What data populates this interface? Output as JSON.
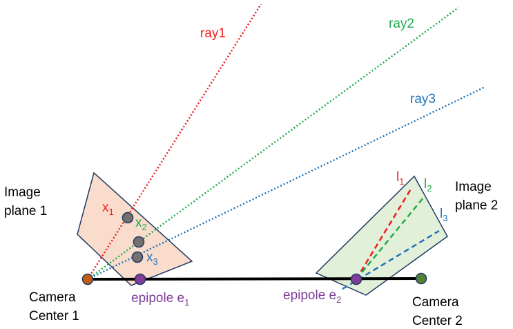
{
  "labels": {
    "ray1": "ray1",
    "ray2": "ray2",
    "ray3": "ray3",
    "image_plane_1": [
      "Image",
      "plane 1"
    ],
    "image_plane_2": [
      "Image",
      "plane 2"
    ],
    "camera_center_1": [
      "Camera",
      "Center 1"
    ],
    "camera_center_2": [
      "Camera",
      "Center 2"
    ],
    "x1": {
      "base": "x",
      "sub": "1"
    },
    "x2": {
      "base": "x",
      "sub": "2"
    },
    "x3": {
      "base": "x",
      "sub": "3"
    },
    "l1": {
      "base": "l",
      "sub": "1"
    },
    "l2": {
      "base": "l",
      "sub": "2"
    },
    "l3": {
      "base": "l",
      "sub": "3"
    },
    "epipole_1": {
      "base": "epipole e",
      "sub": "1"
    },
    "epipole_2": {
      "base": "epipole e",
      "sub": "2"
    }
  },
  "colors": {
    "red": "#ee1c1c",
    "green": "#1eab4c",
    "blue": "#2272b8",
    "purple": "#7f3d98",
    "camera1": "#c55a11",
    "camera2": "#548235",
    "plane1_fill": "#f9dccb",
    "plane2_fill": "#e2efd9",
    "outline": "#1f3864",
    "point": "#767171",
    "baseline": "#000000"
  }
}
